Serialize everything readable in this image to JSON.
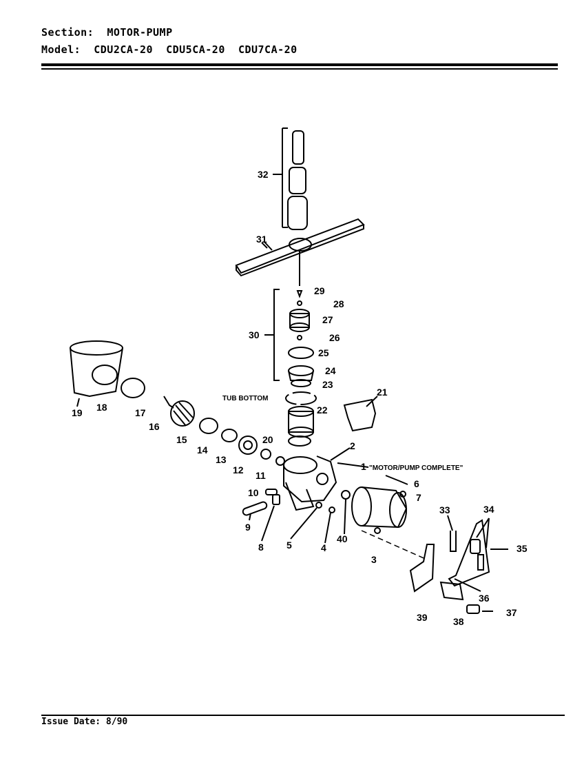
{
  "header": {
    "section_label": "Section:",
    "section_value": "MOTOR-PUMP",
    "model_label": "Model:",
    "models": [
      "CDU2CA-20",
      "CDU5CA-20",
      "CDU7CA-20"
    ]
  },
  "callouts": {
    "c1": "1",
    "c1_note": "\"MOTOR/PUMP COMPLETE\"",
    "c2": "2",
    "c3": "3",
    "c4": "4",
    "c5": "5",
    "c6": "6",
    "c7": "7",
    "c8": "8",
    "c9": "9",
    "c10": "10",
    "c11": "11",
    "c12": "12",
    "c13": "13",
    "c14": "14",
    "c15": "15",
    "c16": "16",
    "c17": "17",
    "c18": "18",
    "c19": "19",
    "c20": "20",
    "c21": "21",
    "c22": "22",
    "c23": "23",
    "c24": "24",
    "c25": "25",
    "c26": "26",
    "c27": "27",
    "c28": "28",
    "c29": "29",
    "c30": "30",
    "c31": "31",
    "c32": "32",
    "c33": "33",
    "c34": "34",
    "c35": "35",
    "c36": "36",
    "c37": "37",
    "c38": "38",
    "c39": "39",
    "c40": "40",
    "tub_bottom": "TUB BOTTOM"
  },
  "footer": {
    "issue_date": "Issue Date: 8/90"
  }
}
